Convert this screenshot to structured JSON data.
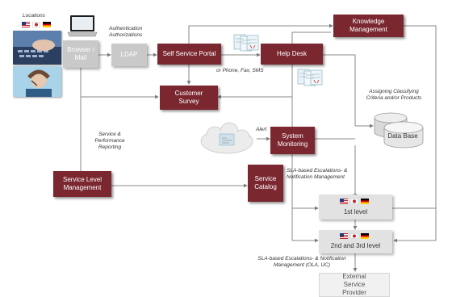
{
  "locations_label": "Locations",
  "nodes": {
    "browser_mail": "Browser / Mail",
    "ldap": "LDAP",
    "self_service_portal": "Self Service Portal",
    "help_desk": "Help Desk",
    "knowledge_management": "Knowledge Management",
    "customer_survey": "Customer Survey",
    "system_monitoring": "System Monitoring",
    "data_base": "Data Base",
    "service_level_management": "Service Level Management",
    "service_catalog": "Service Catalog",
    "first_level": "1st level",
    "second_third_level": "2nd and 3rd level",
    "external_service_provider": "External Service Provider"
  },
  "labels": {
    "authentication": "Authentication Authorizations",
    "phone_fax_sms": "or Phone, Fax, SMS",
    "assigning": "Assigning Classifying Criteria and/or Products",
    "alert": "Alert",
    "service_reporting": "Service & Performance Reporting",
    "sla_escalations_top": "SLA-based Escalations- & Notification Management",
    "sla_escalations_bottom": "SLA-based Escalations- & Notification Management (OLA, UC)"
  },
  "colors": {
    "dark_box": "#7a2730",
    "grey_box": "#c9c9c9",
    "light_box": "#e2e2e2",
    "line": "#8a8a8a"
  },
  "icons": [
    "laptop-icon",
    "flag-us-icon",
    "flag-jp-icon",
    "flag-de-icon",
    "ticket-documents-icon",
    "cloud-icon",
    "database-icon",
    "keyboard-photo",
    "headset-agent-photo"
  ]
}
